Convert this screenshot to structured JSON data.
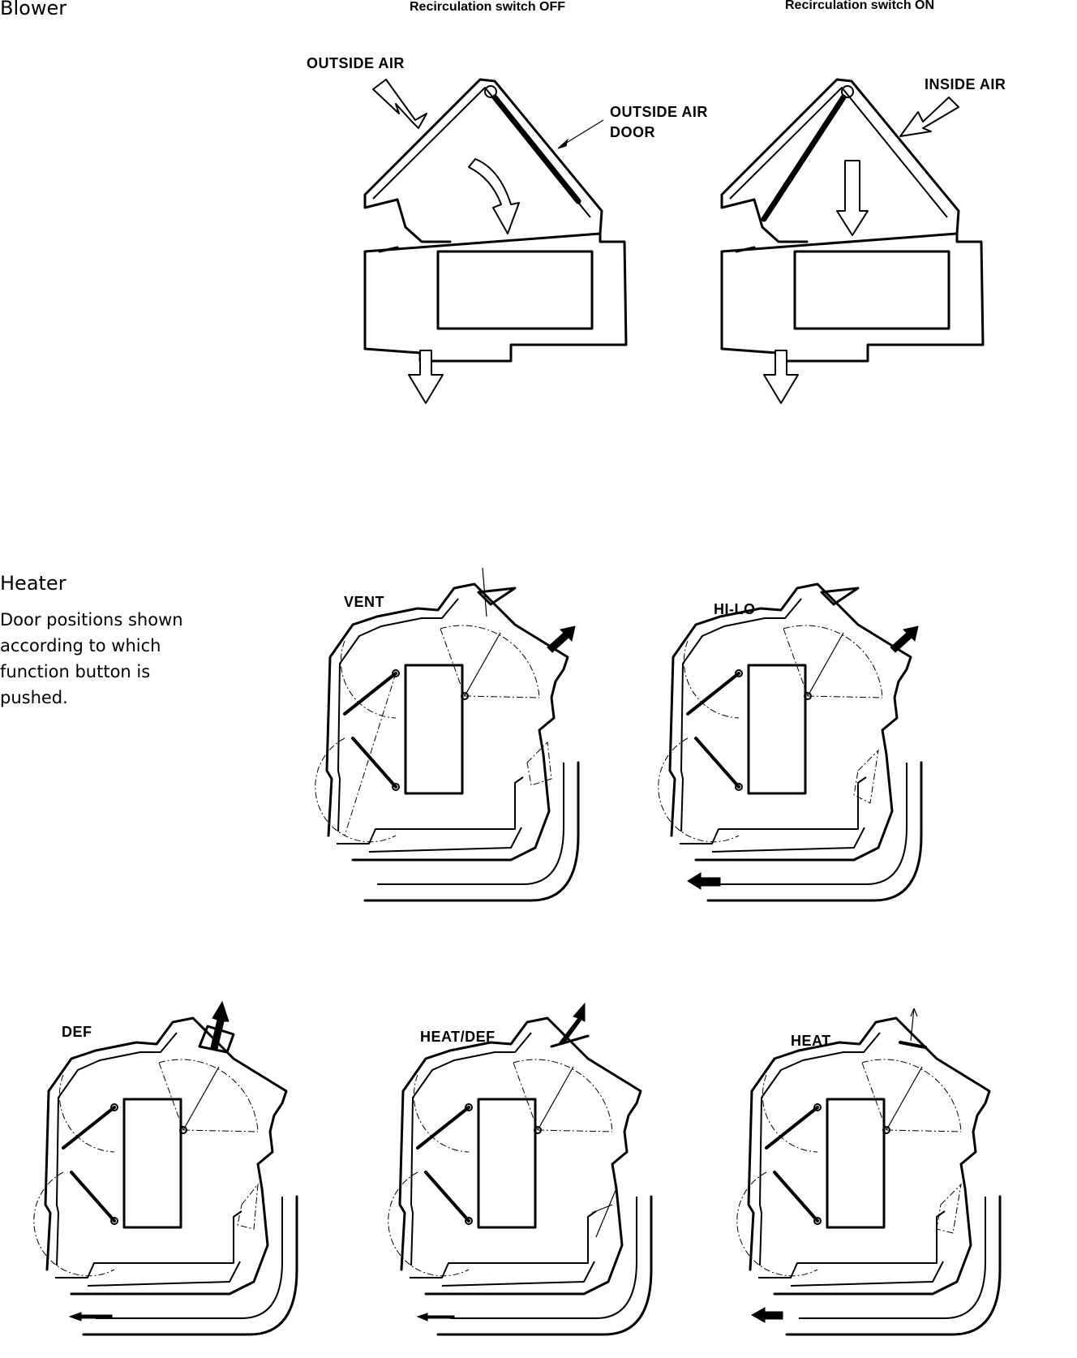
{
  "sections": {
    "blower": "Blower",
    "heater": "Heater"
  },
  "heater_description": [
    "Door positions shown",
    "according to which",
    "function button is",
    "pushed."
  ],
  "blower": {
    "off_header": "Recirculation switch OFF",
    "on_header": "Recirculation switch ON",
    "outside_air": "OUTSIDE AIR",
    "outside_air_door_line1": "OUTSIDE AIR",
    "outside_air_door_line2": "DOOR",
    "inside_air": "INSIDE AIR"
  },
  "modes": {
    "vent": "VENT",
    "hilo": "HI-LO",
    "def": "DEF",
    "heatdef": "HEAT/DEF",
    "heat": "HEAT"
  }
}
